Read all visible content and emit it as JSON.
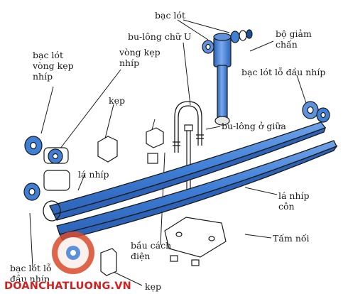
{
  "labels": {
    "bac_lot": "bạc lót",
    "bo_giam_chan": "bộ giảm chấn",
    "bu_long_chu_u": "bu-lông chữ U",
    "vong_kep_nhip": "vòng kẹp nhíp",
    "bac_lot_vong_kep_nhip": "bạc lót vòng kẹp nhíp",
    "bac_lot_lo_dau_nhip": "bạc lót lỗ đầu nhíp",
    "kep_top": "kẹp",
    "bu_long_o_giua": "bu-lông ở giữa",
    "la_nhip": "lá nhíp",
    "la_nhip_con": "lá nhíp côn",
    "tam_noi": "Tấm nối",
    "bau_cach_dien": "bầu cách điện",
    "bac_lot_dau_nhip": "bạc lót lỗ đầu nhíp",
    "kep_bottom": "kẹp"
  },
  "watermark": "DOANCHATLUONG.VN",
  "colors": {
    "spring_blue": "#3f7fd6",
    "spring_dark": "#1e4f9a",
    "watermark_red": "#d61f1f",
    "part_outline": "#1a1a1a"
  }
}
